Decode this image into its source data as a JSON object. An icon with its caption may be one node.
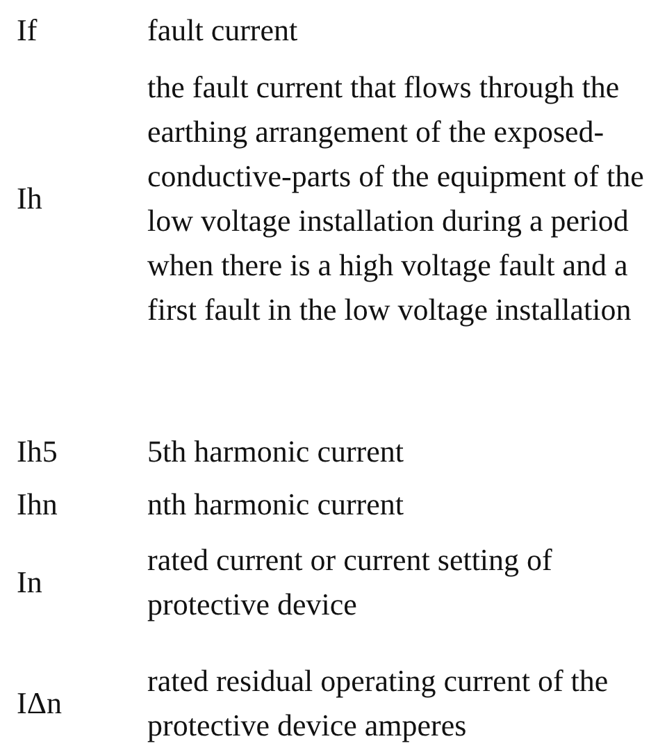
{
  "diagram": {
    "labels": [
      "If",
      "fault current",
      "Ih",
      "the fault current that flows through the earthing arrangement of the exposed-conductive-parts of the equipment of the low voltage installation during a period when there is a high voltage fault and a first fault in the low voltage installation",
      "Ih5",
      "5th harmonic current",
      "Ihn",
      "nth harmonic current",
      "In",
      "rated current or current setting of protective device",
      "IΔn",
      "rated residual operating current of the protective device amperes"
    ]
  }
}
